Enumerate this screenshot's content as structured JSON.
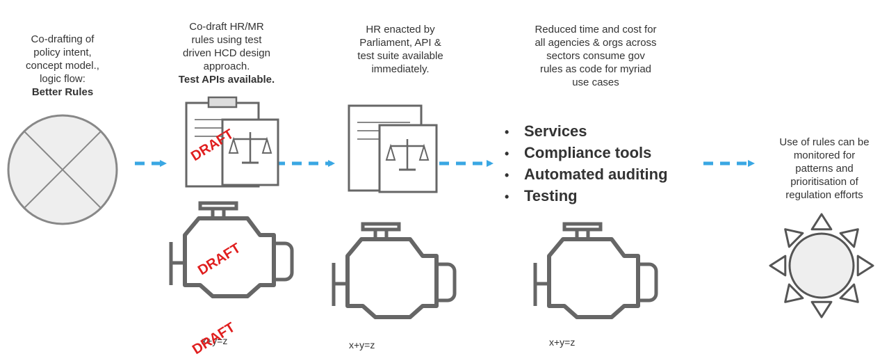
{
  "stages": [
    {
      "caption": "Co-drafting of\npolicy intent,\nconcept model.,\nlogic flow:",
      "caption_bold": "Better Rules"
    },
    {
      "caption": "Co-draft HR/MR\nrules using test\ndriven HCD design\napproach.",
      "caption_bold": "Test APIs available."
    },
    {
      "caption": "HR enacted by\nParliament, API &\ntest suite available\nimmediately.",
      "caption_bold": ""
    },
    {
      "caption": "Reduced time and cost for\nall agencies & orgs across\nsectors consume gov\nrules as code for myriad\nuse cases",
      "caption_bold": ""
    },
    {
      "caption": "Use of rules can be\nmonitored for\npatterns and\nprioritisation of\nregulation efforts",
      "caption_bold": ""
    }
  ],
  "bullets": [
    "Services",
    "Compliance tools",
    "Automated auditing",
    "Testing"
  ],
  "stamps": {
    "draft": "DRAFT"
  },
  "formulas": [
    "x+y=z",
    "x+y=z",
    "x+y=z"
  ],
  "colors": {
    "arrow": "#3aa7e3",
    "draft": "#e01e1e",
    "icon": "#666666",
    "circle_fill": "#eeeeee"
  }
}
